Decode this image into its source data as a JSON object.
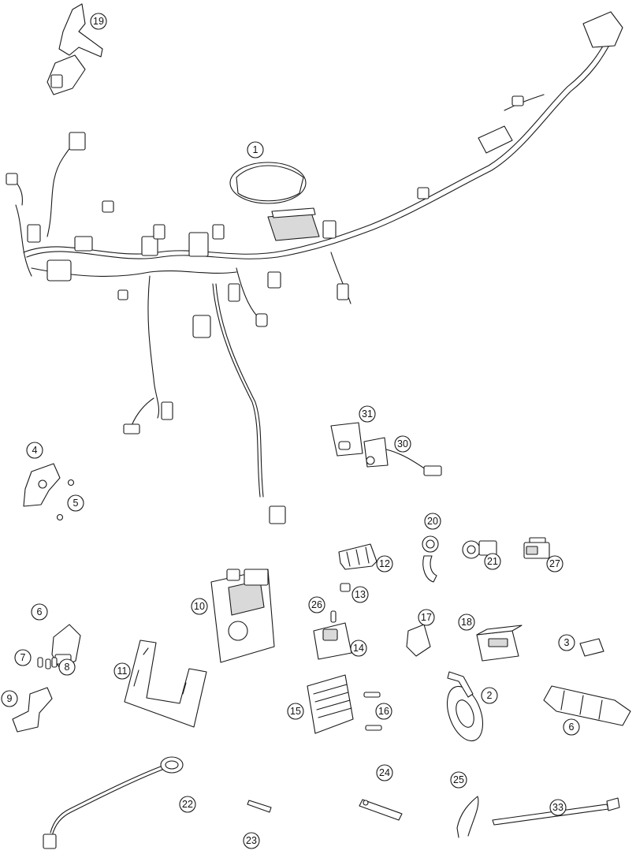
{
  "callouts": [
    "1",
    "2",
    "3",
    "4",
    "5",
    "6",
    "6",
    "7",
    "8",
    "9",
    "10",
    "11",
    "12",
    "13",
    "14",
    "15",
    "16",
    "17",
    "18",
    "19",
    "20",
    "21",
    "22",
    "23",
    "24",
    "25",
    "26",
    "27",
    "30",
    "31",
    "33"
  ],
  "colors": {
    "line": "#1a1a1a",
    "fill": "#ffffff",
    "shade": "#d9d9d9"
  }
}
